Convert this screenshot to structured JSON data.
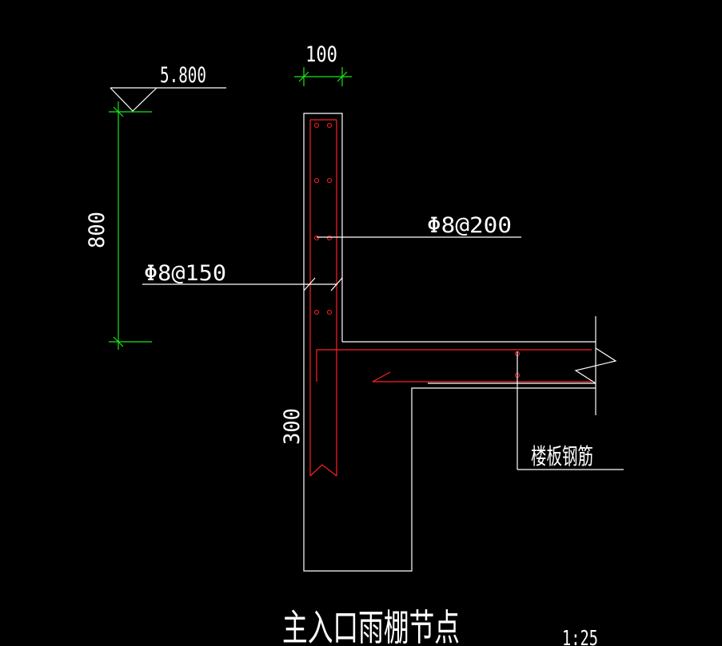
{
  "drawing": {
    "dim_top_width": "100",
    "elevation_mark": "5.800",
    "dim_vertical_height": "800",
    "dim_lower_height": "300",
    "label_rebar_vertical": "Φ8@200",
    "label_rebar_stirrup": "Φ8@150",
    "label_floor_rebar": "楼板钢筋",
    "title": "主入口雨棚节点",
    "scale": "1:25"
  },
  "colors": {
    "background": "#000000",
    "outline": "#ffffff",
    "rebar": "#ff2020",
    "dimension": "#19e619"
  }
}
